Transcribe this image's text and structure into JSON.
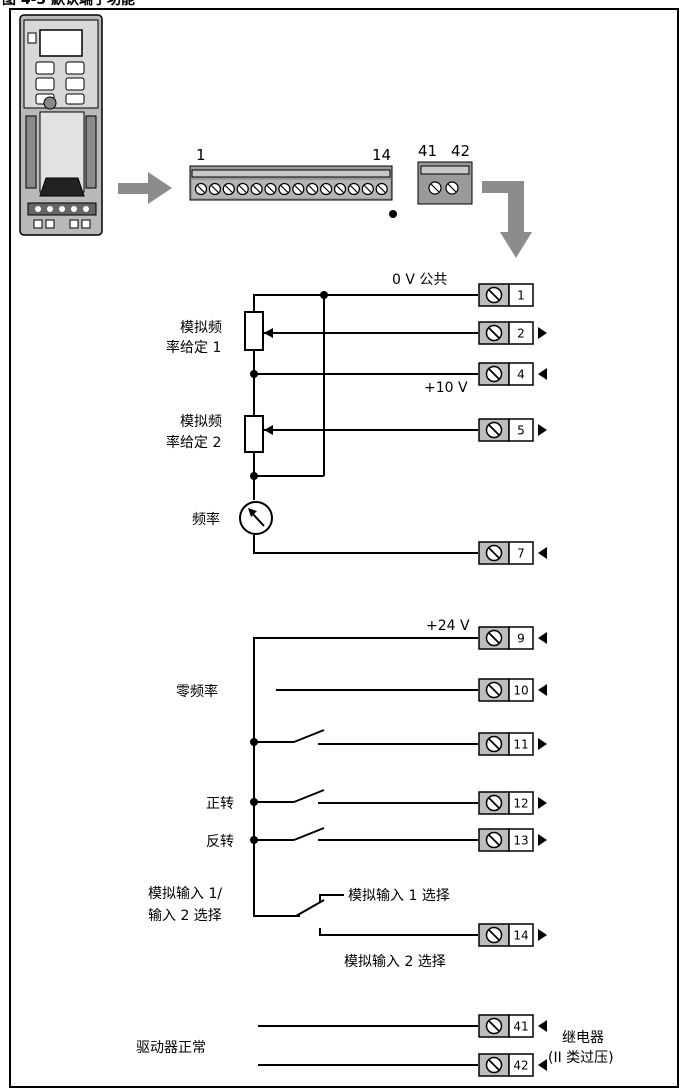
{
  "title": "图 4-3 默认端子功能",
  "header_terminals": {
    "left_start": "1",
    "left_end": "14",
    "right_a": "41",
    "right_b": "42"
  },
  "labels": {
    "zero_v_common": "0 V 公共",
    "plus_10v": "+10 V",
    "plus_24v": "+24 V",
    "analog_ref_1_line1": "模拟频",
    "analog_ref_1_line2": "率给定 1",
    "analog_ref_2_line1": "模拟频",
    "analog_ref_2_line2": "率给定 2",
    "frequency": "频率",
    "zero_frequency": "零频率",
    "forward": "正转",
    "reverse": "反转",
    "analog_select_line1": "模拟输入 1/",
    "analog_select_line2": "输入 2 选择",
    "analog_input_1_select": "模拟输入 1 选择",
    "analog_input_2_select": "模拟输入 2 选择",
    "drive_ok": "驱动器正常",
    "relay_line1": "继电器",
    "relay_line2": "(II 类过压)"
  },
  "terminals": [
    {
      "id": "1",
      "dir": "none"
    },
    {
      "id": "2",
      "dir": "out"
    },
    {
      "id": "4",
      "dir": "in"
    },
    {
      "id": "5",
      "dir": "out"
    },
    {
      "id": "7",
      "dir": "in"
    },
    {
      "id": "9",
      "dir": "in"
    },
    {
      "id": "10",
      "dir": "in"
    },
    {
      "id": "11",
      "dir": "out"
    },
    {
      "id": "12",
      "dir": "out"
    },
    {
      "id": "13",
      "dir": "out"
    },
    {
      "id": "14",
      "dir": "out"
    },
    {
      "id": "41",
      "dir": "in"
    },
    {
      "id": "42",
      "dir": "in"
    }
  ]
}
